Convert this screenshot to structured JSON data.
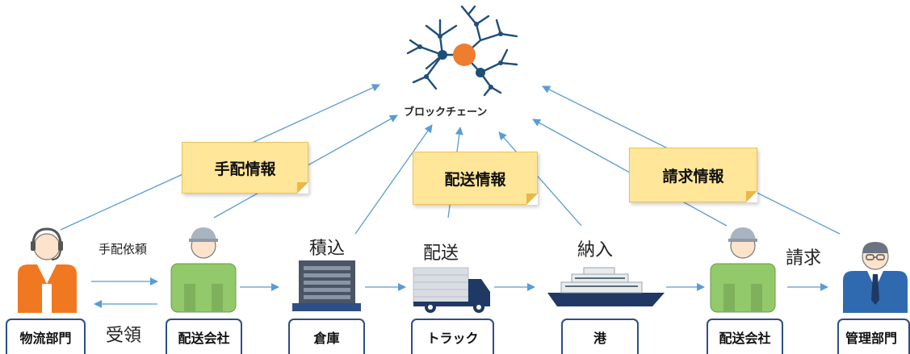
{
  "blockchain": {
    "label": "ブロックチェーン"
  },
  "notes": [
    {
      "id": "arrangement",
      "text": "手配情報"
    },
    {
      "id": "delivery",
      "text": "配送情報"
    },
    {
      "id": "billing",
      "text": "請求情報"
    }
  ],
  "flow_labels": {
    "request": "手配依頼",
    "receipt": "受領",
    "loading": "積込",
    "delivery": "配送",
    "deliver_in": "納入",
    "billing": "請求"
  },
  "actors": [
    {
      "id": "logistics-dept",
      "label": "物流部門",
      "icon": "headset-operator-icon"
    },
    {
      "id": "delivery-company-1",
      "label": "配送会社",
      "icon": "worker-icon"
    },
    {
      "id": "warehouse",
      "label": "倉庫",
      "icon": "warehouse-building-icon"
    },
    {
      "id": "truck",
      "label": "トラック",
      "icon": "truck-icon"
    },
    {
      "id": "port",
      "label": "港",
      "icon": "ship-icon"
    },
    {
      "id": "delivery-company-2",
      "label": "配送会社",
      "icon": "worker-icon"
    },
    {
      "id": "management-dept",
      "label": "管理部門",
      "icon": "businessman-icon"
    }
  ],
  "colors": {
    "arrow": "#5b9bd5",
    "node_dark": "#1f4e79",
    "node_core": "#ed7d31",
    "note_fill": "#ffe699",
    "label_border": "#2e4e86",
    "vest": "#f07820",
    "worker_shirt": "#92c96a",
    "suit": "#2f6ab0",
    "warehouse": "#4a5566",
    "truck_cargo": "#d8dde3",
    "truck_cab": "#1f3864"
  }
}
